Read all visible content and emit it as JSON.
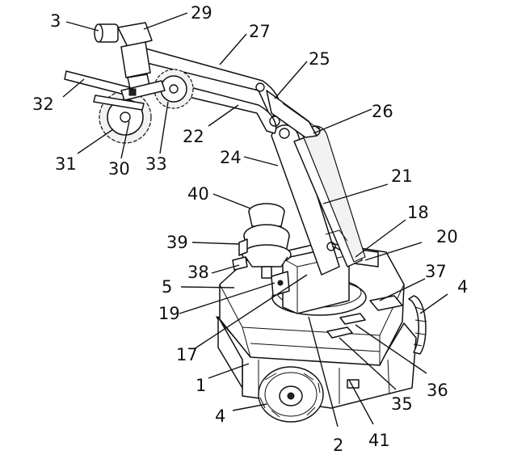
{
  "labels": {
    "l3": "3",
    "l29": "29",
    "l27": "27",
    "l25": "25",
    "l32": "32",
    "l26": "26",
    "l22": "22",
    "l31": "31",
    "l30": "30",
    "l33": "33",
    "l24": "24",
    "l21": "21",
    "l40": "40",
    "l18": "18",
    "l20": "20",
    "l39": "39",
    "l38": "38",
    "l37": "37",
    "l4a": "4",
    "l5": "5",
    "l19": "19",
    "l17": "17",
    "l1": "1",
    "l36": "36",
    "l35": "35",
    "l4b": "4",
    "l41": "41",
    "l2": "2"
  }
}
